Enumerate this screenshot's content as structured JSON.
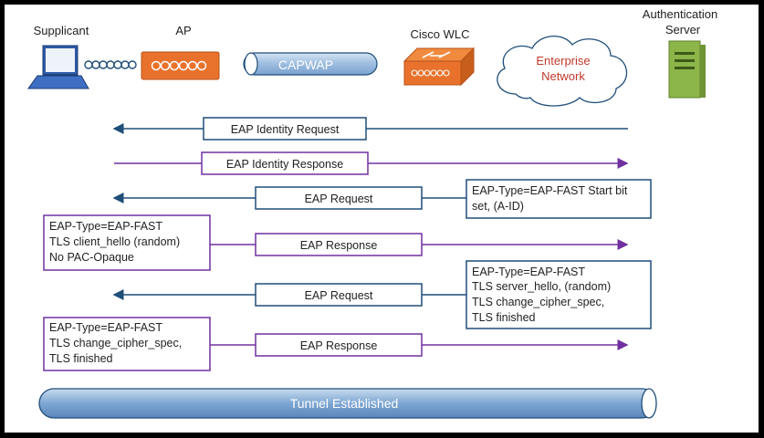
{
  "labels": {
    "supplicant": "Supplicant",
    "ap": "AP",
    "capwap": "CAPWAP",
    "wlc": "Cisco WLC",
    "enterprise": [
      "Enterprise",
      "Network"
    ],
    "auth": [
      "Authentication",
      "Server"
    ]
  },
  "messages": [
    {
      "label": "EAP Identity Request",
      "direction": "left"
    },
    {
      "label": "EAP Identity Response",
      "direction": "right"
    },
    {
      "label": "EAP Request",
      "direction": "left"
    },
    {
      "label": "EAP Response",
      "direction": "right"
    },
    {
      "label": "EAP Request",
      "direction": "left"
    },
    {
      "label": "EAP Response",
      "direction": "right"
    }
  ],
  "notes": {
    "start_bit": [
      "EAP-Type=EAP-FAST Start bit",
      "set, (A-ID)"
    ],
    "client_hello": [
      "EAP-Type=EAP-FAST",
      "TLS client_hello (random)",
      "No PAC-Opaque"
    ],
    "server_hello": [
      "EAP-Type=EAP-FAST",
      "TLS server_hello, (random)",
      "TLS change_cipher_spec,",
      "TLS finished"
    ],
    "client_finish": [
      "EAP-Type=EAP-FAST",
      "TLS change_cipher_spec,",
      "TLS finished"
    ]
  },
  "tunnel": "Tunnel Established",
  "colors": {
    "request_arrow": "#1f4e79",
    "response_arrow": "#7030a0",
    "box_border_blue": "#1f4e79",
    "box_border_purple": "#7030a0",
    "ap_orange": "#e8722c",
    "capwap_fill": "#8fb4d9",
    "server_green": "#8cb54a",
    "enterprise_text": "#c0392b"
  }
}
